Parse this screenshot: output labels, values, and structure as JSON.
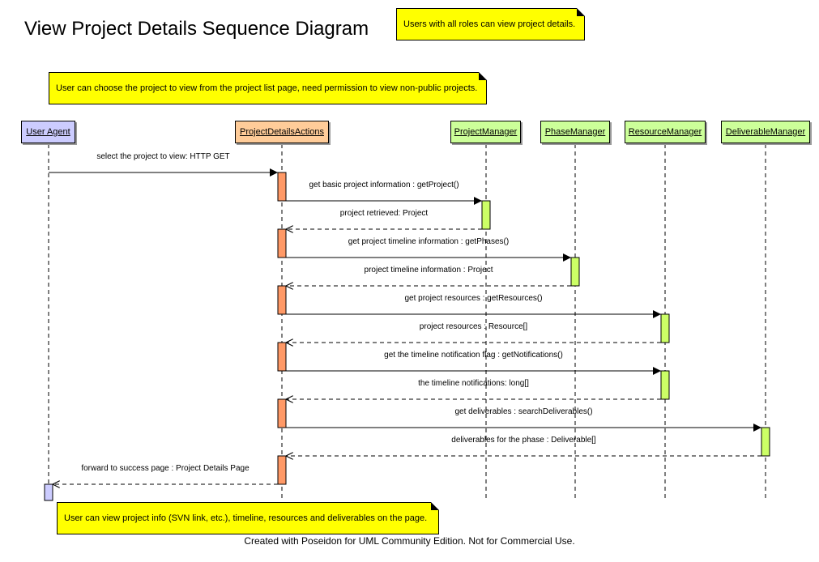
{
  "title": "View Project Details Sequence Diagram",
  "footer": "Created with Poseidon for UML Community Edition. Not for Commercial Use.",
  "notes": {
    "roles": "Users with all roles can view project details.",
    "choose": "User can choose the project to view from the project list page, need permission to view non-public projects.",
    "view": "User can view project info (SVN link, etc.), timeline, resources and deliverables on the page."
  },
  "lifelines": [
    {
      "name": "User Agent",
      "color": "#ccccff"
    },
    {
      "name": "ProjectDetailsActions",
      "color": "#ffcc99"
    },
    {
      "name": "ProjectManager",
      "color": "#ccff99"
    },
    {
      "name": "PhaseManager",
      "color": "#ccff99"
    },
    {
      "name": "ResourceManager",
      "color": "#ccff99"
    },
    {
      "name": "DeliverableManager",
      "color": "#ccff99"
    }
  ],
  "activation_colors": {
    "user": "#ccccff",
    "actions": "#ff9966",
    "managers": "#ccff66"
  },
  "messages": [
    {
      "text": "select the project to view: HTTP GET",
      "from": 0,
      "to": 1,
      "type": "call"
    },
    {
      "text": "get basic project information : getProject()",
      "from": 1,
      "to": 2,
      "type": "call"
    },
    {
      "text": "project retrieved: Project",
      "from": 2,
      "to": 1,
      "type": "return"
    },
    {
      "text": "get project timeline information : getPhases()",
      "from": 1,
      "to": 3,
      "type": "call"
    },
    {
      "text": "project timeline information : Project",
      "from": 3,
      "to": 1,
      "type": "return"
    },
    {
      "text": "get project resources : getResources()",
      "from": 1,
      "to": 4,
      "type": "call"
    },
    {
      "text": "project resources : Resource[]",
      "from": 4,
      "to": 1,
      "type": "return"
    },
    {
      "text": "get the timeline notification flag : getNotifications()",
      "from": 1,
      "to": 4,
      "type": "call"
    },
    {
      "text": "the timeline notifications: long[]",
      "from": 4,
      "to": 1,
      "type": "return"
    },
    {
      "text": "get deliverables : searchDeliverables()",
      "from": 1,
      "to": 5,
      "type": "call"
    },
    {
      "text": "deliverables for the phase : Deliverable[]",
      "from": 5,
      "to": 1,
      "type": "return"
    },
    {
      "text": "forward to success page : Project Details Page",
      "from": 1,
      "to": 0,
      "type": "return"
    }
  ]
}
